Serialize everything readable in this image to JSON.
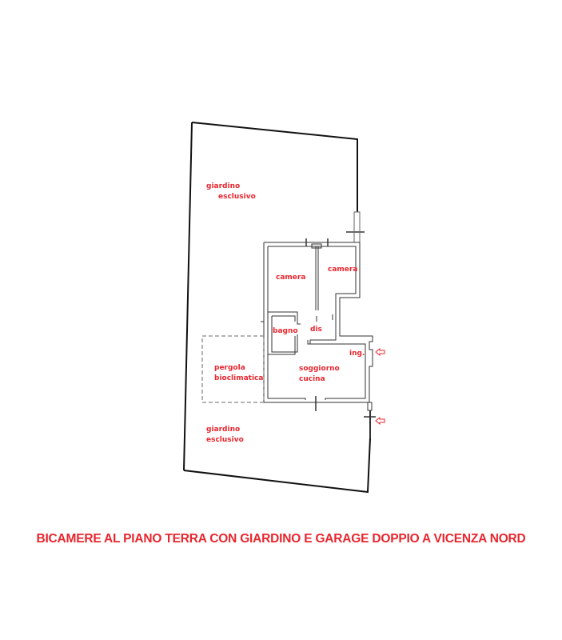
{
  "caption": "BICAMERE AL PIANO TERRA CON GIARDINO E GARAGE DOPPIO A VICENZA NORD",
  "labels": {
    "garden_top_1": "giardino",
    "garden_top_2": "esclusivo",
    "camera_left": "camera",
    "camera_right": "camera",
    "bagno": "bagno",
    "dis": "dis",
    "ingresso": "ing.",
    "soggiorno_1": "soggiorno",
    "soggiorno_2": "cucina",
    "pergola_1": "pergola",
    "pergola_2": "bioclimatica",
    "garden_bottom_1": "giardino",
    "garden_bottom_2": "esclusivo"
  },
  "colors": {
    "label": "#e8262e",
    "wall": "#333333",
    "boundary": "#111111",
    "entry_arrow": "#e8262e"
  },
  "icons": {
    "entry_arrow_1": "entrance-arrow-icon",
    "entry_arrow_2": "entrance-arrow-icon"
  }
}
